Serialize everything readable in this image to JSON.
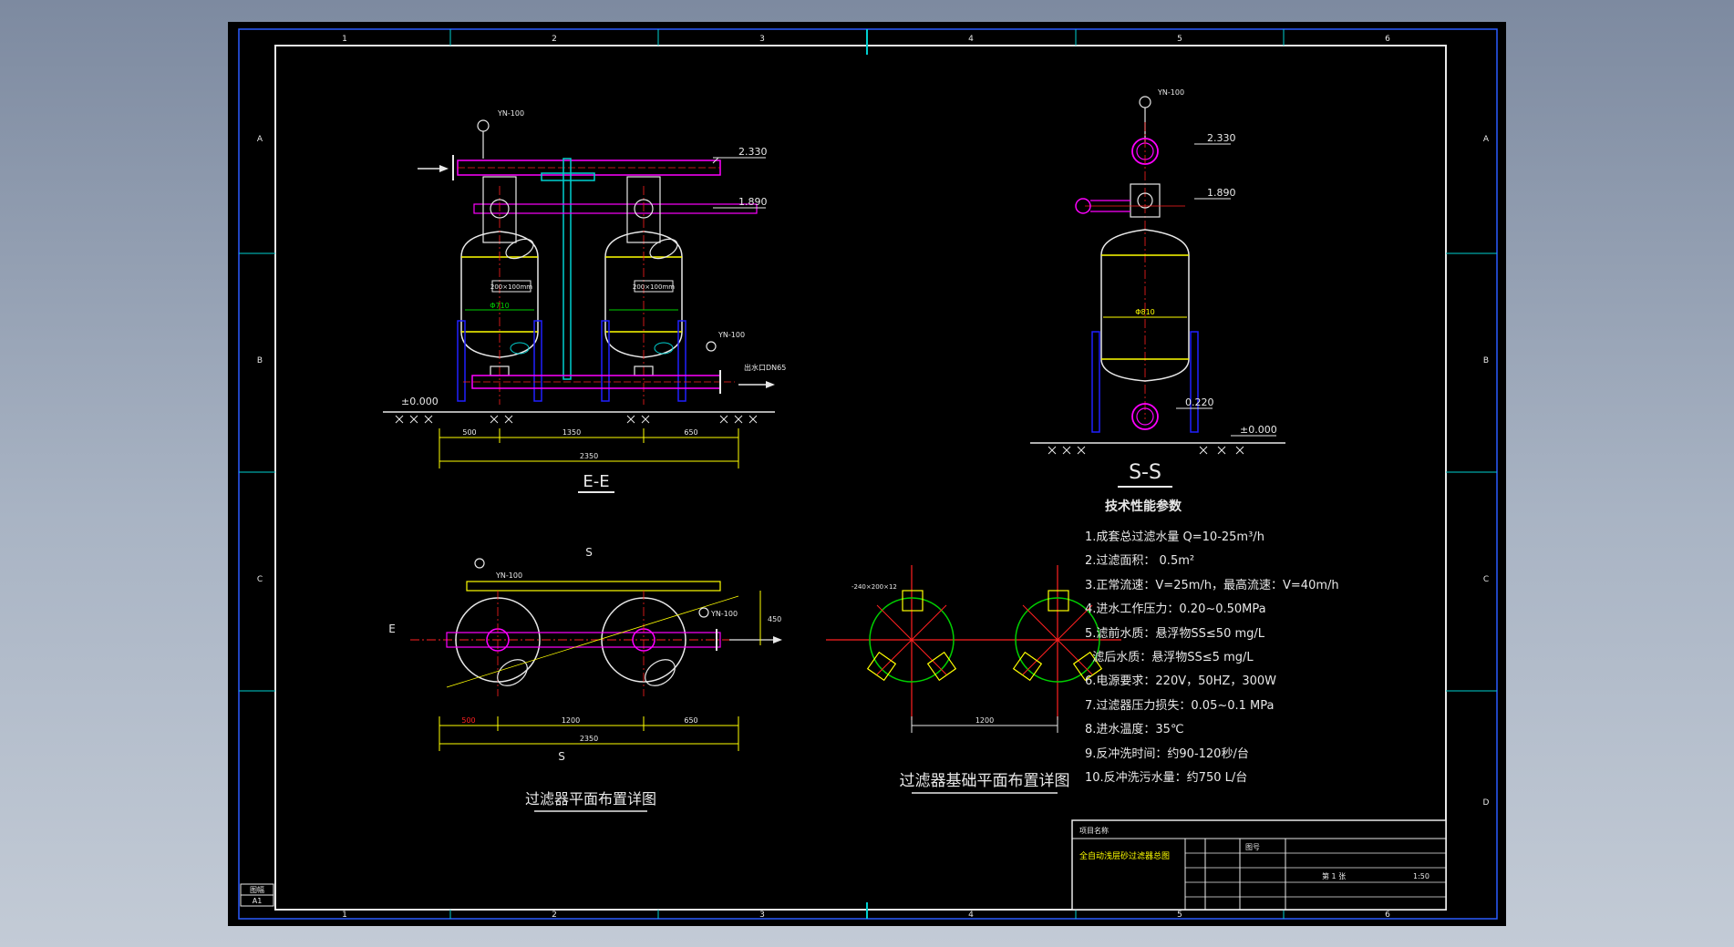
{
  "frame": {
    "column_numbers": [
      "1",
      "2",
      "3",
      "4",
      "5",
      "6"
    ],
    "row_letters": [
      "A",
      "B",
      "C",
      "D"
    ]
  },
  "view_ee": {
    "title": "E-E",
    "top_elevation": "2.330",
    "mid_elevation": "1.890",
    "ground_elevation": "±0.000",
    "gauge_model": "YN-100",
    "outlet_gauge_model": "YN-100",
    "outlet_label": "出水口DN65",
    "dim_left": "500",
    "dim_mid": "1350",
    "dim_right": "650",
    "dim_total": "2350",
    "tank_dia": "Φ710",
    "window_size": "200×100mm"
  },
  "view_ss": {
    "title": "S-S",
    "top_elevation": "2.330",
    "mid_elevation": "1.890",
    "low_elevation": "0.220",
    "ground_elevation": "±0.000",
    "gauge_model": "YN-100",
    "tank_dia": "Φ810"
  },
  "plan_view": {
    "title": "过滤器平面布置详图",
    "section_top": "S",
    "section_bottom": "S",
    "section_left": "E",
    "gauge_model": "YN-100",
    "gauge_model_2": "YN-100",
    "dim_left": "500",
    "dim_mid": "1200",
    "dim_right": "650",
    "dim_total": "2350",
    "dim_vertical": "450"
  },
  "foundation_view": {
    "title": "过滤器基础平面布置详图",
    "note": "-240×200×12",
    "dim": "1200"
  },
  "specs": {
    "heading": "技术性能参数",
    "lines": [
      "1.成套总过滤水量 Q=10-25m³/h",
      "2.过滤面积： 0.5m²",
      "3.正常流速：V=25m/h，最高流速：V=40m/h",
      "4.进水工作压力：0.20~0.50MPa",
      "5.滤前水质：悬浮物SS≤50 mg/L",
      "  滤后水质：悬浮物SS≤5 mg/L",
      "6.电源要求：220V，50HZ，300W",
      "7.过滤器压力损失：0.05~0.1 MPa",
      "8.进水温度：35℃",
      "9.反冲洗时间：约90-120秒/台",
      "10.反冲洗污水量：约750 L/台"
    ]
  },
  "title_block": {
    "project_label": "项目名称",
    "drawing_name": "全自动浅层砂过滤器总图",
    "drawing_no_label": "图号",
    "scale": "1:50",
    "sheet_no": "第 1 张",
    "corner_label": "图幅",
    "corner_value": "A1"
  },
  "colors": {
    "background": "#000000",
    "white": "#e8e8e8",
    "cyan": "#00d0d0",
    "magenta": "#ff00ff",
    "red": "#ff2020",
    "yellow": "#ffff00",
    "green": "#00d000",
    "blue": "#2020ff"
  }
}
